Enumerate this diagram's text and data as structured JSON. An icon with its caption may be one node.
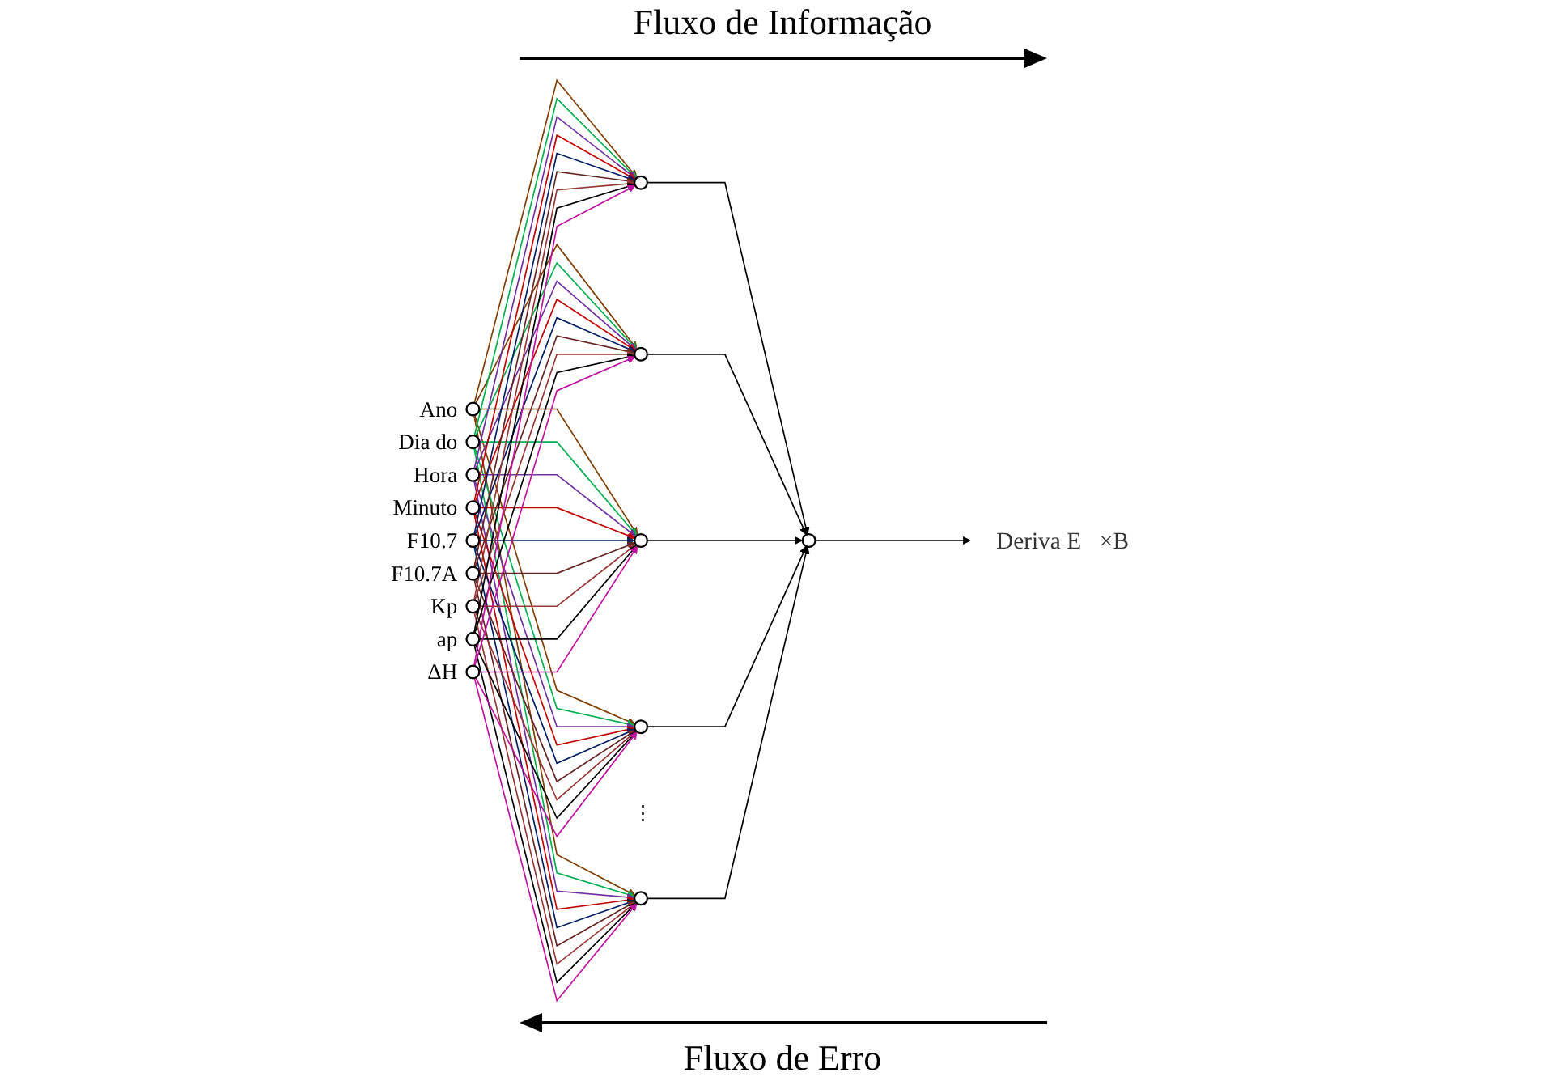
{
  "diagram": {
    "nodes": [
      {
        "text": [],
        "shape": "circle",
        "beside": [
          "Ano"
        ]
      },
      {
        "text": [],
        "shape": "circle",
        "beside": [
          "Dia do"
        ]
      },
      {
        "text": [],
        "shape": "circle",
        "beside": [
          "Hora"
        ]
      },
      {
        "text": [],
        "shape": "circle",
        "beside": [
          "Minuto"
        ]
      },
      {
        "text": [],
        "shape": "circle",
        "beside": [
          "F10.7"
        ]
      },
      {
        "text": [],
        "shape": "circle",
        "beside": [
          "F10.7A"
        ]
      },
      {
        "text": [],
        "shape": "circle",
        "beside": [
          "Kp"
        ]
      },
      {
        "text": [],
        "shape": "circle",
        "beside": [
          "ap"
        ]
      },
      {
        "text": [],
        "shape": "circle",
        "beside": [
          "ΔH"
        ]
      },
      {
        "text": [],
        "shape": "circle"
      },
      {
        "text": [],
        "shape": "circle"
      },
      {
        "text": [],
        "shape": "circle"
      },
      {
        "text": [],
        "shape": "circle"
      },
      {
        "text": [],
        "shape": "circle"
      },
      {
        "text": [],
        "shape": "circle"
      },
      {
        "text": [
          "Deriva E⃗×B⃗"
        ]
      }
    ],
    "edges": [
      {
        "from": 0,
        "to": 9,
        "arrow": "to",
        "color": "#7f3f00"
      },
      {
        "from": 0,
        "to": 10,
        "arrow": "to",
        "color": "#7f3f00"
      },
      {
        "from": 0,
        "to": 11,
        "arrow": "to",
        "color": "#7f3f00"
      },
      {
        "from": 0,
        "to": 12,
        "arrow": "to",
        "color": "#7f3f00"
      },
      {
        "from": 0,
        "to": 13,
        "arrow": "to",
        "color": "#7f3f00"
      },
      {
        "from": 1,
        "to": 9,
        "arrow": "to",
        "color": "#00b050"
      },
      {
        "from": 1,
        "to": 10,
        "arrow": "to",
        "color": "#00b050"
      },
      {
        "from": 1,
        "to": 11,
        "arrow": "to",
        "color": "#00b050"
      },
      {
        "from": 1,
        "to": 12,
        "arrow": "to",
        "color": "#00b050"
      },
      {
        "from": 1,
        "to": 13,
        "arrow": "to",
        "color": "#00b050"
      },
      {
        "from": 2,
        "to": 9,
        "arrow": "to",
        "color": "#7030a0"
      },
      {
        "from": 2,
        "to": 10,
        "arrow": "to",
        "color": "#7030a0"
      },
      {
        "from": 2,
        "to": 11,
        "arrow": "to",
        "color": "#7030a0"
      },
      {
        "from": 2,
        "to": 12,
        "arrow": "to",
        "color": "#7030a0"
      },
      {
        "from": 2,
        "to": 13,
        "arrow": "to",
        "color": "#7030a0"
      },
      {
        "from": 3,
        "to": 9,
        "arrow": "to",
        "color": "#c00000"
      },
      {
        "from": 3,
        "to": 10,
        "arrow": "to",
        "color": "#c00000"
      },
      {
        "from": 3,
        "to": 11,
        "arrow": "to",
        "color": "#c00000"
      },
      {
        "from": 3,
        "to": 12,
        "arrow": "to",
        "color": "#c00000"
      },
      {
        "from": 3,
        "to": 13,
        "arrow": "to",
        "color": "#c00000"
      },
      {
        "from": 4,
        "to": 9,
        "arrow": "to",
        "color": "#002060"
      },
      {
        "from": 4,
        "to": 10,
        "arrow": "to",
        "color": "#002060"
      },
      {
        "from": 4,
        "to": 11,
        "arrow": "to",
        "color": "#002060"
      },
      {
        "from": 4,
        "to": 12,
        "arrow": "to",
        "color": "#002060"
      },
      {
        "from": 4,
        "to": 13,
        "arrow": "to",
        "color": "#002060"
      },
      {
        "from": 5,
        "to": 9,
        "arrow": "to",
        "color": "#632523"
      },
      {
        "from": 5,
        "to": 10,
        "arrow": "to",
        "color": "#632523"
      },
      {
        "from": 5,
        "to": 11,
        "arrow": "to",
        "color": "#632523"
      },
      {
        "from": 5,
        "to": 12,
        "arrow": "to",
        "color": "#632523"
      },
      {
        "from": 5,
        "to": 13,
        "arrow": "to",
        "color": "#632523"
      },
      {
        "from": 6,
        "to": 9,
        "arrow": "to",
        "color": "#953735"
      },
      {
        "from": 6,
        "to": 10,
        "arrow": "to",
        "color": "#953735"
      },
      {
        "from": 6,
        "to": 11,
        "arrow": "to",
        "color": "#953735"
      },
      {
        "from": 6,
        "to": 12,
        "arrow": "to",
        "color": "#953735"
      },
      {
        "from": 6,
        "to": 13,
        "arrow": "to",
        "color": "#953735"
      },
      {
        "from": 7,
        "to": 9,
        "arrow": "to"
      },
      {
        "from": 7,
        "to": 10,
        "arrow": "to"
      },
      {
        "from": 7,
        "to": 11,
        "arrow": "to"
      },
      {
        "from": 7,
        "to": 12,
        "arrow": "to"
      },
      {
        "from": 7,
        "to": 13,
        "arrow": "to"
      },
      {
        "from": 8,
        "to": 9,
        "arrow": "to",
        "color": "#c0129e"
      },
      {
        "from": 8,
        "to": 10,
        "arrow": "to",
        "color": "#c0129e"
      },
      {
        "from": 8,
        "to": 11,
        "arrow": "to",
        "color": "#c0129e"
      },
      {
        "from": 8,
        "to": 12,
        "arrow": "to",
        "color": "#c0129e"
      },
      {
        "from": 8,
        "to": 13,
        "arrow": "to",
        "color": "#c0129e"
      },
      {
        "from": 9,
        "to": 14,
        "arrow": "to"
      },
      {
        "from": 10,
        "to": 14,
        "arrow": "to"
      },
      {
        "from": 11,
        "to": 14,
        "arrow": "to"
      },
      {
        "from": 12,
        "to": 14,
        "arrow": "to"
      },
      {
        "from": 13,
        "to": 14,
        "arrow": "to"
      },
      {
        "from": 14,
        "to": 15,
        "arrow": "to"
      }
    ],
    "labels": [
      "Fluxo de Informação",
      "⋮",
      "Fluxo de Erro"
    ]
  }
}
